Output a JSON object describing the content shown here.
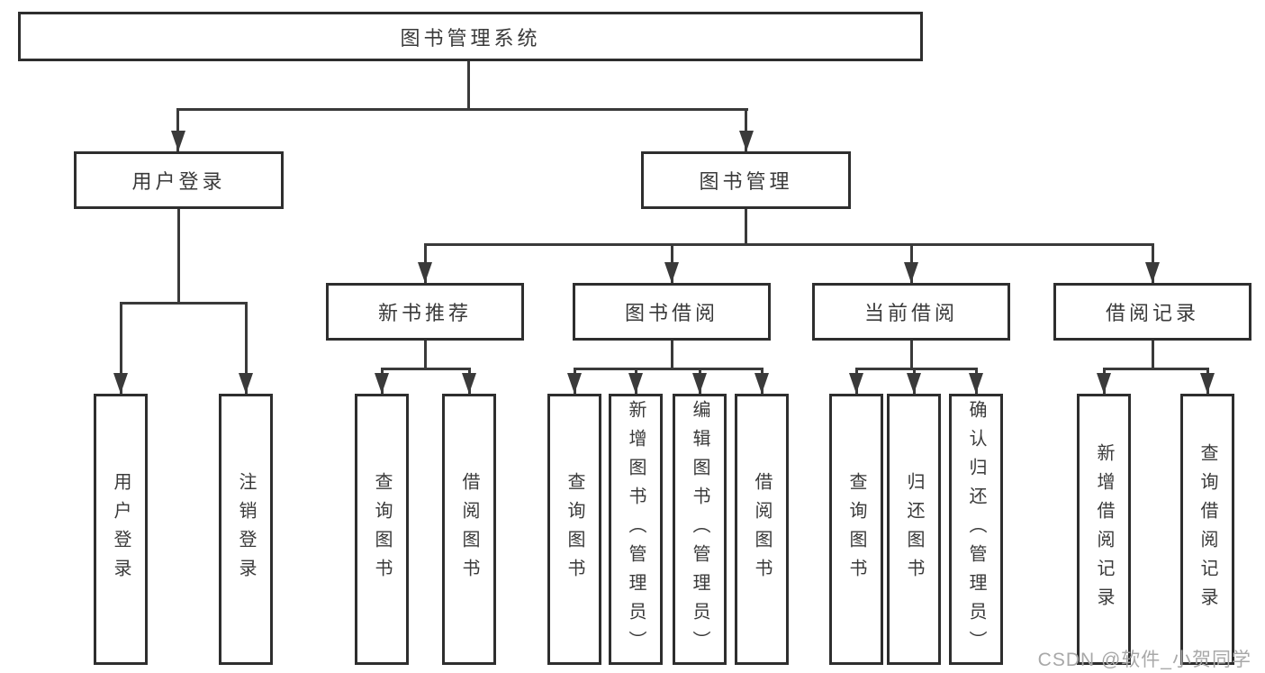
{
  "diagram": {
    "watermark": "CSDN @软件_小贺同学",
    "colors": {
      "line": "#3a3a3a",
      "box_border": "#2e2e2e",
      "text": "#3a3a3a",
      "watermark_text": "#a8a8a8",
      "background": "#ffffff"
    },
    "root": {
      "label": "图书管理系统",
      "children": [
        {
          "label": "用户登录",
          "children": [
            {
              "label": "用户登录"
            },
            {
              "label": "注销登录"
            }
          ]
        },
        {
          "label": "图书管理",
          "children": [
            {
              "label": "新书推荐",
              "children": [
                {
                  "label": "查询图书"
                },
                {
                  "label": "借阅图书"
                }
              ]
            },
            {
              "label": "图书借阅",
              "children": [
                {
                  "label": "查询图书"
                },
                {
                  "label": "新增图书（管理员）"
                },
                {
                  "label": "编辑图书（管理员）"
                },
                {
                  "label": "借阅图书"
                }
              ]
            },
            {
              "label": "当前借阅",
              "children": [
                {
                  "label": "查询图书"
                },
                {
                  "label": "归还图书"
                },
                {
                  "label": "确认归还（管理员）"
                }
              ]
            },
            {
              "label": "借阅记录",
              "children": [
                {
                  "label": "新增借阅记录"
                },
                {
                  "label": "查询借阅记录"
                }
              ]
            }
          ]
        }
      ]
    }
  }
}
